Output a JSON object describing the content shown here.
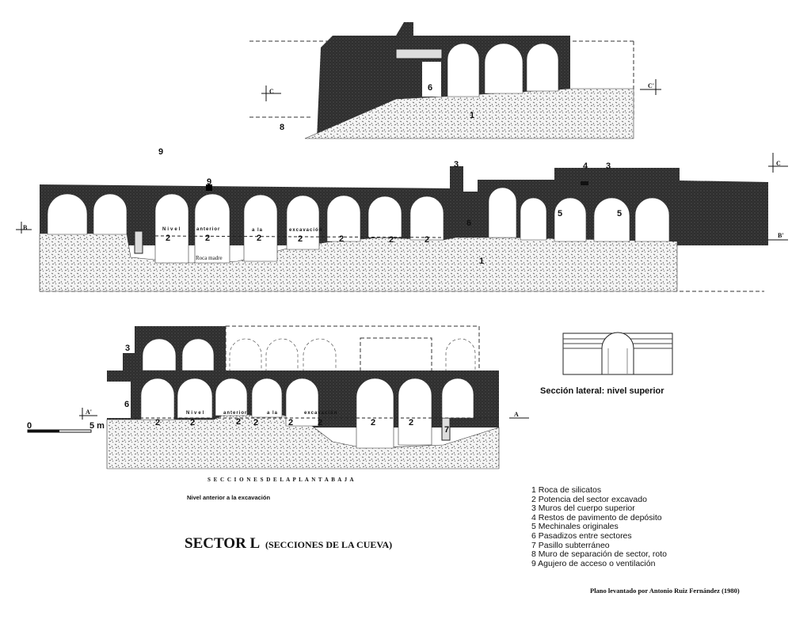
{
  "title": {
    "main": "SECTOR L",
    "sub": "(SECCIONES DE LA CUEVA)"
  },
  "credit": "Plano levantado por  Antonio Ruiz Fernández (1980)",
  "sections_caption": "S E C C I O N E S  D E L A  P L A N T A  B A J A",
  "level_note": "Nivel anterior a la excavación",
  "lateral_caption": "Sección lateral: nivel superior",
  "scale": {
    "start": "0",
    "end": "5 m"
  },
  "section_marks": {
    "c_left": "C",
    "c_right": "C'",
    "b_left": "B",
    "b_right": "B'",
    "c_mid": "C",
    "a_left": "A'",
    "a_right": "A"
  },
  "level_words": [
    "Nivel",
    "anterior",
    "a  la",
    "excavación"
  ],
  "roca_madre": "Roca madre",
  "labels": {
    "one": "1",
    "two": "2",
    "three": "3",
    "four": "4",
    "five": "5",
    "six": "6",
    "seven": "7",
    "eight": "8",
    "nine": "9"
  },
  "legend": [
    "1  Roca de silicatos",
    "2  Potencia del sector excavado",
    "3  Muros del cuerpo superior",
    "4  Restos de pavimento de depósito",
    "5  Mechinales originales",
    "6  Pasadizos entre sectores",
    "7  Pasillo subterráneo",
    "8  Muro de separación de sector, roto",
    "9  Agujero de acceso o ventilación"
  ],
  "colors": {
    "wall": "#2e2e2e",
    "rock": "#e9e9e9",
    "ink": "#111111"
  }
}
